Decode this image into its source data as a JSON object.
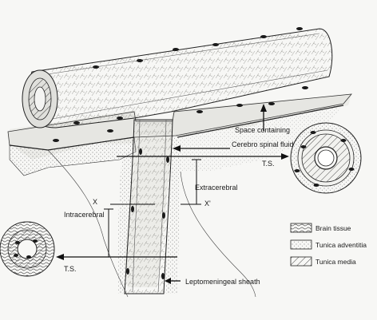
{
  "labels": {
    "space_containing": "Space containing",
    "csf": "Cerebro spinal fluid",
    "ts_right": "T.S.",
    "extracerebral": "Extracerebral",
    "x": "X",
    "x_prime": "X'",
    "intracerebral": "Intracerebral",
    "ts_left": "T.S.",
    "leptomeningeal": "Leptomeningeal sheath"
  },
  "legend": {
    "items": [
      {
        "label": "Brain tissue",
        "pattern": "brain"
      },
      {
        "label": "Tunica adventitia",
        "pattern": "adventitia"
      },
      {
        "label": "Tunica media",
        "pattern": "media"
      }
    ]
  },
  "colors": {
    "background": "#f7f7f5",
    "ink": "#1a1a1a",
    "tissue": "#e9e9e6",
    "stipple": "#777777"
  }
}
